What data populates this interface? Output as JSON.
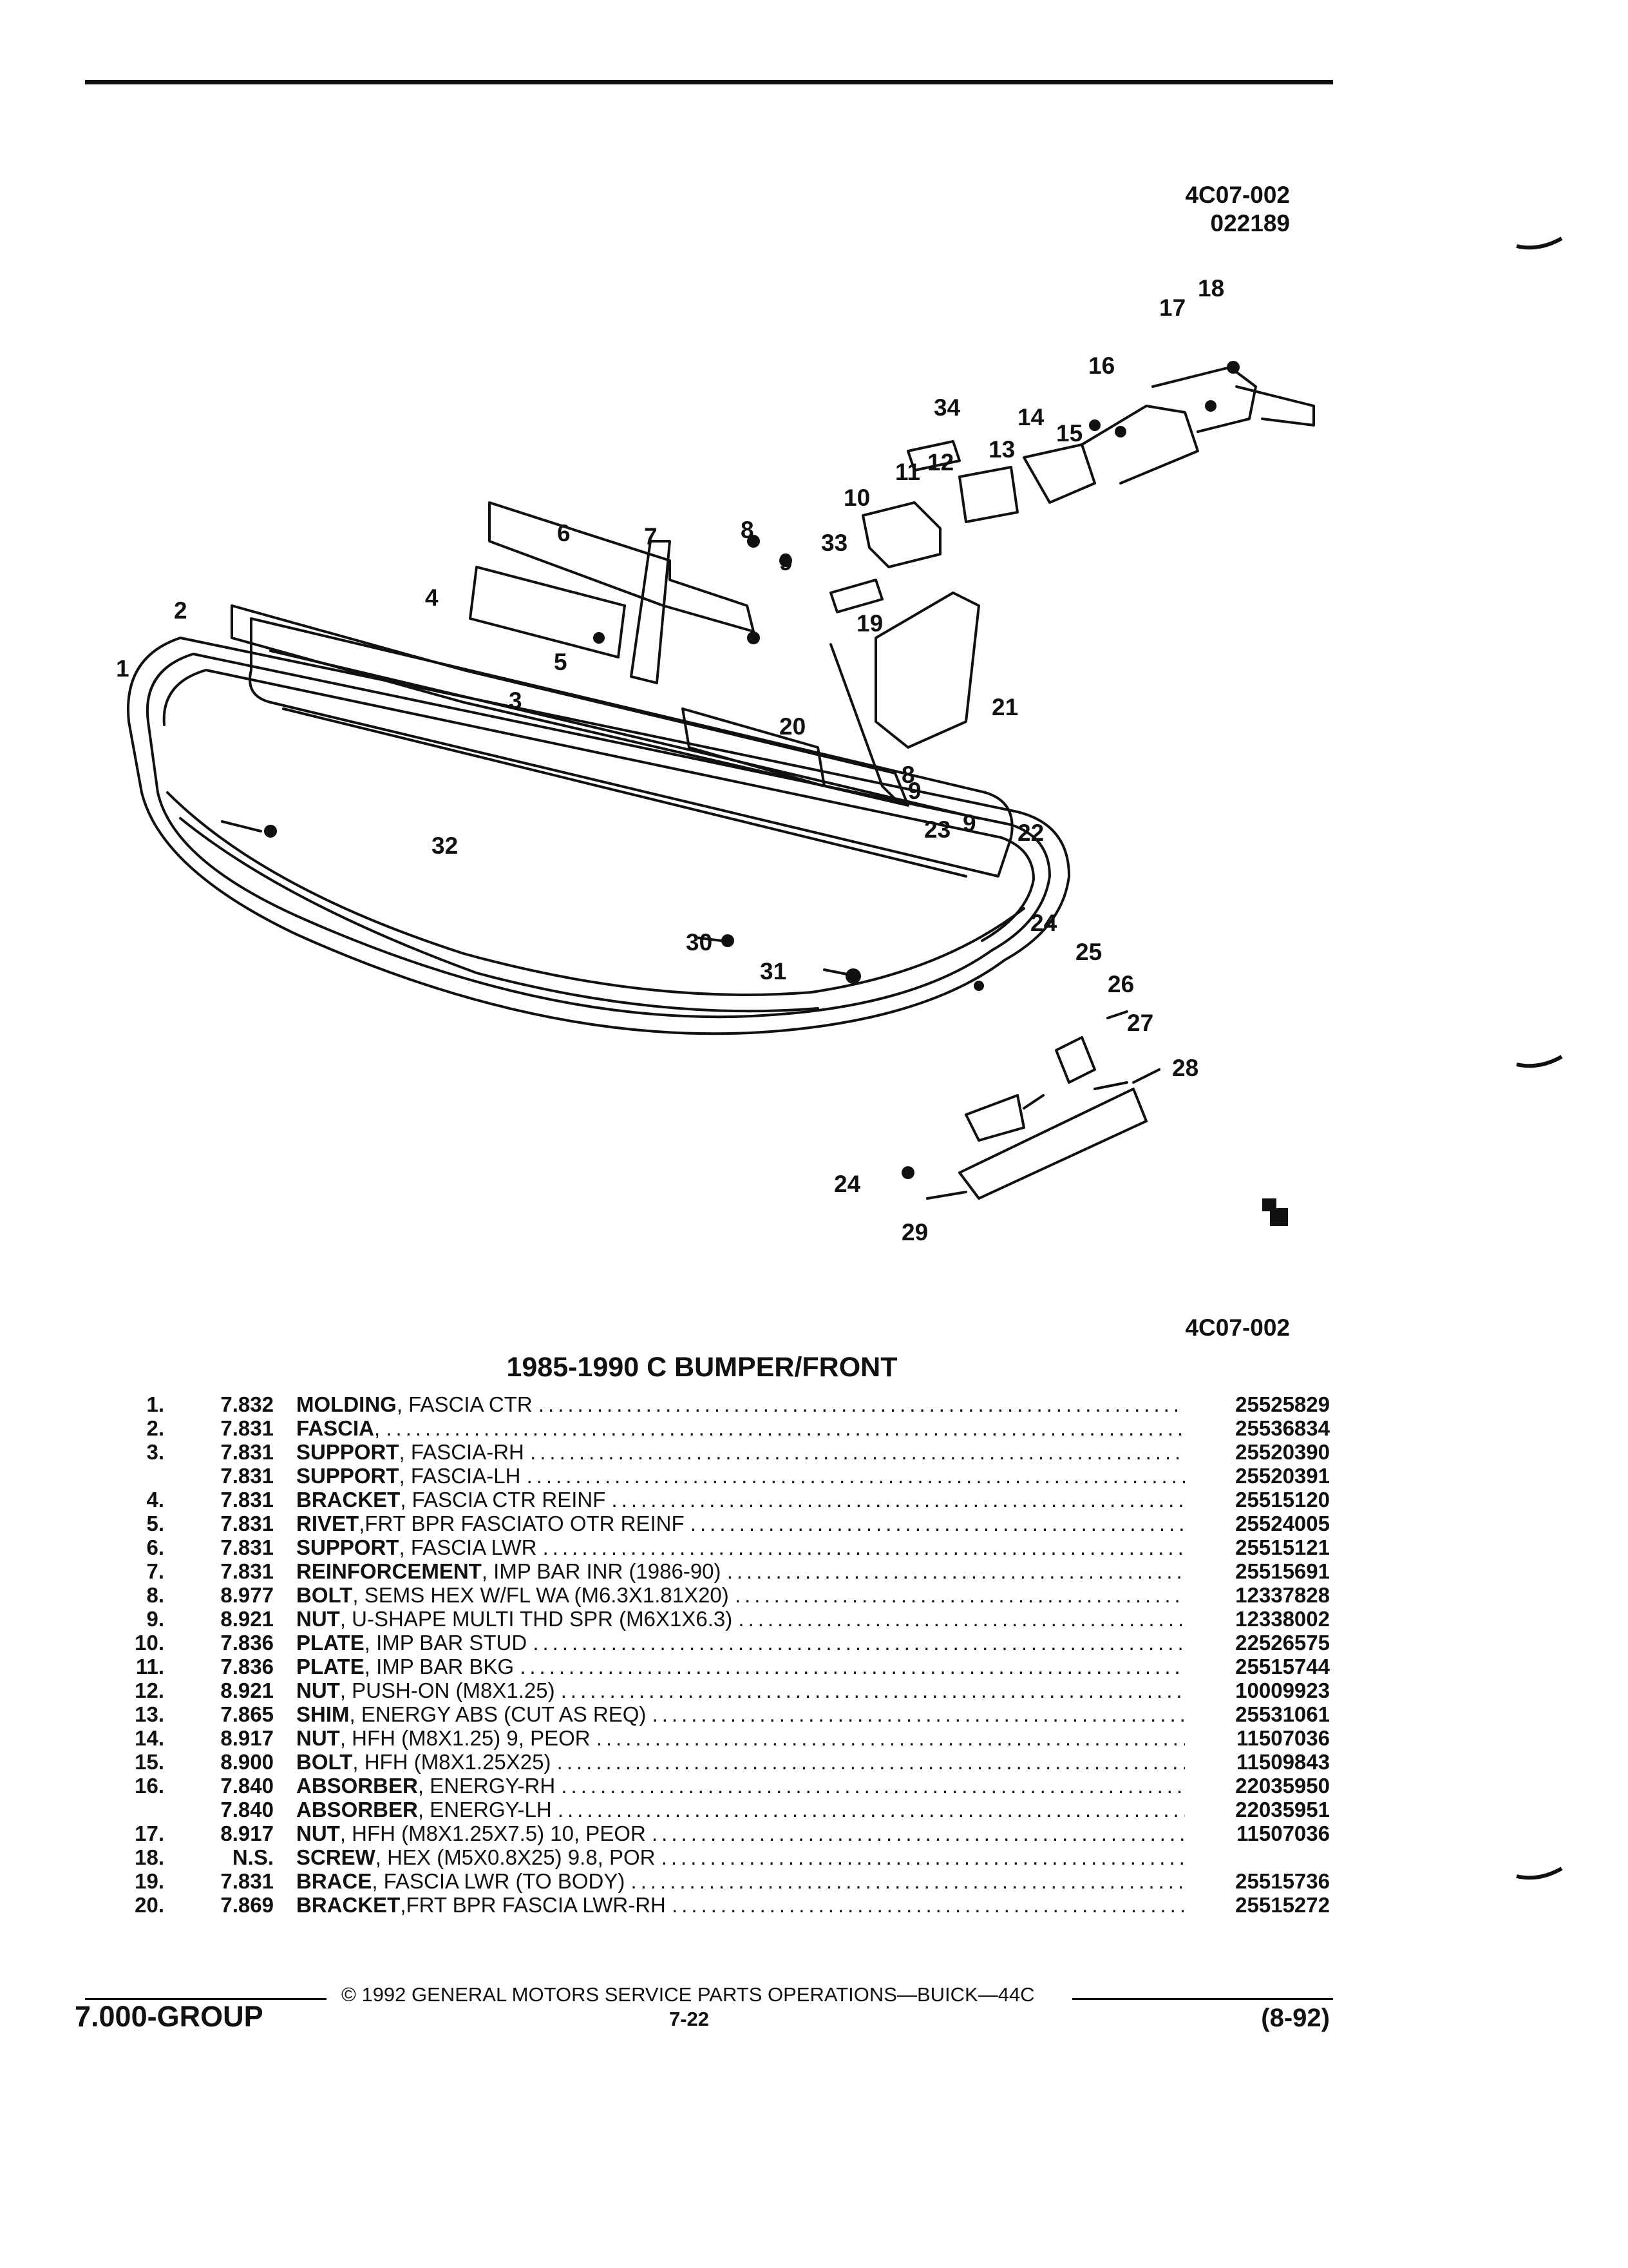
{
  "header": {
    "figure_id": "4C07-002",
    "figure_date": "022189"
  },
  "diagram": {
    "callouts": [
      "1",
      "2",
      "3",
      "4",
      "5",
      "6",
      "7",
      "8",
      "9",
      "10",
      "11",
      "12",
      "13",
      "14",
      "15",
      "16",
      "17",
      "18",
      "19",
      "20",
      "21",
      "22",
      "23",
      "24",
      "25",
      "26",
      "27",
      "28",
      "29",
      "30",
      "31",
      "32",
      "33",
      "34"
    ],
    "bottom_figure_id": "4C07-002",
    "symbol_icon": "chevrolet-bowtie-like-mark-icon"
  },
  "section_title": "1985-1990 C BUMPER/FRONT",
  "parts": [
    {
      "num": "1.",
      "group": "7.832",
      "name": "MOLDING",
      "detail": ", FASCIA CTR",
      "part": "25525829"
    },
    {
      "num": "2.",
      "group": "7.831",
      "name": "FASCIA",
      "detail": ",",
      "part": "25536834"
    },
    {
      "num": "3.",
      "group": "7.831",
      "name": "SUPPORT",
      "detail": ", FASCIA-RH",
      "part": "25520390"
    },
    {
      "num": "",
      "group": "7.831",
      "name": "SUPPORT",
      "detail": ", FASCIA-LH",
      "part": "25520391"
    },
    {
      "num": "4.",
      "group": "7.831",
      "name": "BRACKET",
      "detail": ", FASCIA CTR REINF",
      "part": "25515120"
    },
    {
      "num": "5.",
      "group": "7.831",
      "name": "RIVET",
      "detail": ",FRT BPR FASCIATO OTR REINF",
      "part": "25524005"
    },
    {
      "num": "6.",
      "group": "7.831",
      "name": "SUPPORT",
      "detail": ", FASCIA LWR",
      "part": "25515121"
    },
    {
      "num": "7.",
      "group": "7.831",
      "name": "REINFORCEMENT",
      "detail": ", IMP BAR INR (1986-90)",
      "part": "25515691"
    },
    {
      "num": "8.",
      "group": "8.977",
      "name": "BOLT",
      "detail": ", SEMS HEX W/FL WA (M6.3X1.81X20)",
      "part": "12337828"
    },
    {
      "num": "9.",
      "group": "8.921",
      "name": "NUT",
      "detail": ", U-SHAPE MULTI THD SPR (M6X1X6.3)",
      "part": "12338002"
    },
    {
      "num": "10.",
      "group": "7.836",
      "name": "PLATE",
      "detail": ", IMP BAR STUD",
      "part": "22526575"
    },
    {
      "num": "11.",
      "group": "7.836",
      "name": "PLATE",
      "detail": ", IMP BAR BKG",
      "part": "25515744"
    },
    {
      "num": "12.",
      "group": "8.921",
      "name": "NUT",
      "detail": ", PUSH-ON (M8X1.25)",
      "part": "10009923"
    },
    {
      "num": "13.",
      "group": "7.865",
      "name": "SHIM",
      "detail": ", ENERGY ABS (CUT AS REQ)",
      "part": "25531061"
    },
    {
      "num": "14.",
      "group": "8.917",
      "name": "NUT",
      "detail": ", HFH (M8X1.25) 9, PEOR",
      "part": "11507036"
    },
    {
      "num": "15.",
      "group": "8.900",
      "name": "BOLT",
      "detail": ", HFH (M8X1.25X25)",
      "part": "11509843"
    },
    {
      "num": "16.",
      "group": "7.840",
      "name": "ABSORBER",
      "detail": ", ENERGY-RH",
      "part": "22035950"
    },
    {
      "num": "",
      "group": "7.840",
      "name": "ABSORBER",
      "detail": ", ENERGY-LH",
      "part": "22035951"
    },
    {
      "num": "17.",
      "group": "8.917",
      "name": "NUT",
      "detail": ", HFH (M8X1.25X7.5) 10, PEOR",
      "part": "11507036"
    },
    {
      "num": "18.",
      "group": "N.S.",
      "name": "SCREW",
      "detail": ", HEX (M5X0.8X25) 9.8, POR",
      "part": ""
    },
    {
      "num": "19.",
      "group": "7.831",
      "name": "BRACE",
      "detail": ", FASCIA LWR (TO BODY)",
      "part": "25515736"
    },
    {
      "num": "20.",
      "group": "7.869",
      "name": "BRACKET",
      "detail": ",FRT BPR FASCIA LWR-RH",
      "part": "25515272"
    }
  ],
  "footer": {
    "copyright": "© 1992 GENERAL MOTORS SERVICE PARTS OPERATIONS—BUICK—44C",
    "group": "7.000-GROUP",
    "page": "7-22",
    "date": "(8-92)"
  }
}
